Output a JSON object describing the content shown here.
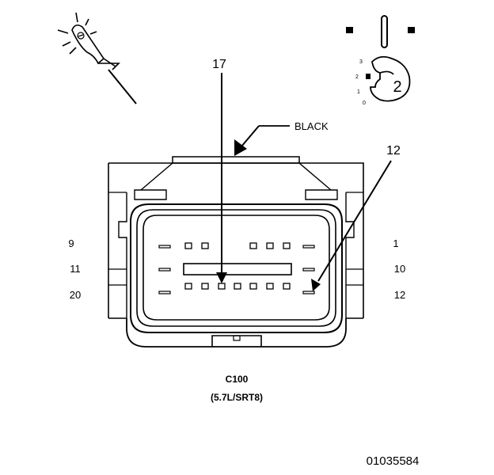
{
  "callouts": {
    "pin_17": "17",
    "pin_12": "12",
    "color": "BLACK"
  },
  "row_labels": {
    "left": [
      "9",
      "11",
      "20"
    ],
    "right": [
      "1",
      "10",
      "12"
    ]
  },
  "key_view": {
    "number": "2",
    "positions": [
      "3",
      "2",
      "1",
      "0"
    ]
  },
  "connector": {
    "name": "C100",
    "variant": "(5.7L/SRT8)"
  },
  "figure_id": "01035584",
  "icons": [
    "terminal-probe-icon",
    "key-position-icon"
  ]
}
